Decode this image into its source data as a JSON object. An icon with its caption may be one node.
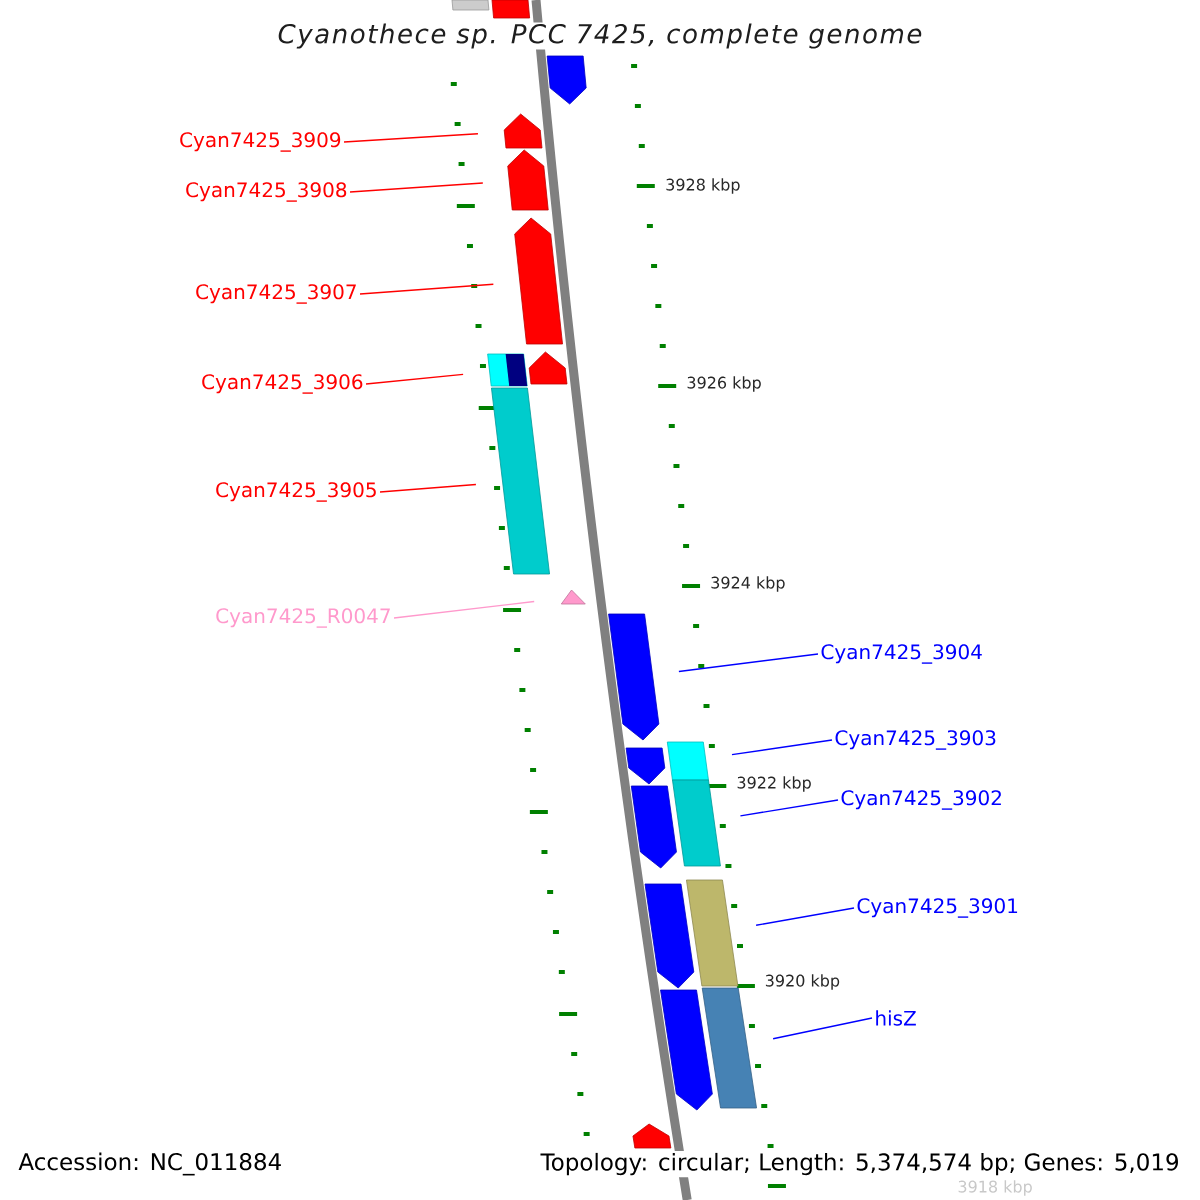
{
  "diagram": {
    "title": "Cyanothece sp. PCC 7425, complete genome",
    "nodes": [
      {
        "text": [
          "Cyan7425_3909"
        ]
      },
      {
        "text": [],
        "shape": "arrow"
      },
      {
        "text": [
          "Cyan7425_3908"
        ]
      },
      {
        "text": [],
        "shape": "arrow"
      },
      {
        "text": [
          "Cyan7425_3907"
        ]
      },
      {
        "text": [],
        "shape": "arrow"
      },
      {
        "text": [
          "Cyan7425_3906"
        ]
      },
      {
        "text": [],
        "shape": "box"
      },
      {
        "text": [
          "Cyan7425_3905"
        ]
      },
      {
        "text": [],
        "shape": "box"
      },
      {
        "text": [
          "Cyan7425_R0047"
        ]
      },
      {
        "text": [],
        "shape": "triangle"
      },
      {
        "text": [
          "Cyan7425_3904"
        ]
      },
      {
        "text": [],
        "shape": "arrow"
      },
      {
        "text": [
          "Cyan7425_3903"
        ]
      },
      {
        "text": [],
        "shape": "box"
      },
      {
        "text": [
          "Cyan7425_3902"
        ]
      },
      {
        "text": [],
        "shape": "box"
      },
      {
        "text": [
          "Cyan7425_3901"
        ]
      },
      {
        "text": [],
        "shape": "box"
      },
      {
        "text": [
          "hisZ"
        ]
      },
      {
        "text": [],
        "shape": "box"
      },
      {
        "text": [],
        "shape": "box"
      },
      {
        "text": [],
        "shape": "box"
      },
      {
        "text": [],
        "shape": "arrow"
      },
      {
        "text": [],
        "shape": "arrow"
      },
      {
        "text": [],
        "shape": "arrow"
      },
      {
        "text": [],
        "shape": "arrow"
      },
      {
        "text": [],
        "shape": "arrow"
      },
      {
        "text": [],
        "shape": "arrow"
      },
      {
        "text": [],
        "shape": "arrow"
      }
    ],
    "edges": [
      {
        "from": 0,
        "to": 1,
        "arrow": "none",
        "color": "#ff0000"
      },
      {
        "from": 2,
        "to": 3,
        "arrow": "none",
        "color": "#ff0000"
      },
      {
        "from": 4,
        "to": 5,
        "arrow": "none",
        "color": "#ff0000"
      },
      {
        "from": 6,
        "to": 7,
        "arrow": "none",
        "color": "#ff0000"
      },
      {
        "from": 8,
        "to": 9,
        "arrow": "none",
        "color": "#ff0000"
      },
      {
        "from": 10,
        "to": 11,
        "arrow": "none",
        "color": "#ff99cc"
      },
      {
        "from": 12,
        "to": 13,
        "arrow": "none",
        "color": "#0000ff"
      },
      {
        "from": 14,
        "to": 15,
        "arrow": "none",
        "color": "#0000ff"
      },
      {
        "from": 16,
        "to": 17,
        "arrow": "none",
        "color": "#0000ff"
      },
      {
        "from": 18,
        "to": 19,
        "arrow": "none",
        "color": "#0000ff"
      },
      {
        "from": 20,
        "to": 21,
        "arrow": "none",
        "color": "#0000ff"
      }
    ],
    "labels": [
      "3928 kbp",
      "3926 kbp",
      "3924 kbp",
      "3922 kbp",
      "3920 kbp",
      "3918 kbp",
      "Accession: NC_011884",
      "Topology: circular; Length: 5,374,574 bp; Genes: 5,019"
    ]
  }
}
